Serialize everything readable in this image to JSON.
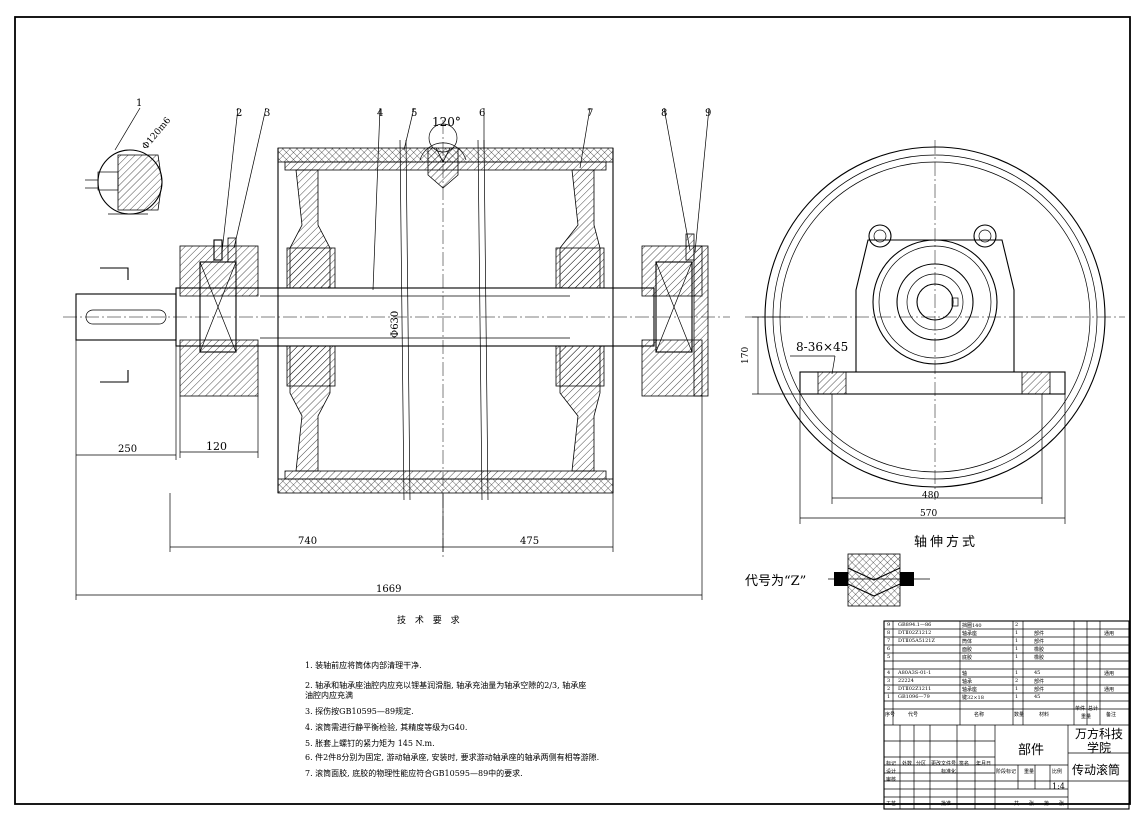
{
  "drawing": {
    "part_labels": [
      "1",
      "2",
      "3",
      "4",
      "5",
      "6",
      "7",
      "8",
      "9"
    ],
    "angle_label": "120°",
    "dims": {
      "d250": "250",
      "d120": "120",
      "d740": "740",
      "d475": "475",
      "d1669": "1669",
      "d480": "480",
      "d570": "570",
      "d170": "170",
      "bolt": "8-36×45",
      "phi630": "Φ630",
      "phi120": "Φ120m6"
    },
    "caption_axle": "轴伸方式",
    "code_label": "代号为“Z”"
  },
  "notes": {
    "title": "技 术 要 求",
    "items": [
      "1. 装轴前应将筒体内部清理干净.",
      "2. 轴承和轴承座油腔内应充以锂基润滑脂, 轴承充油量为轴承空隙的2/3, 轴承座",
      "    油腔内应充满",
      "3. 探伤按GB10595—89规定.",
      "4. 滚筒需进行静平衡检验, 其精度等级为G40.",
      "5. 胀套上螺钉的紧力矩为 145 N.m.",
      "6. 件2件8分别为固定, 游动轴承座, 安装时, 要求游动轴承座的轴承两侧有相等游隙.",
      "7. 滚筒面胶, 底胶的物理性能应符合GB10595—89中的要求."
    ]
  },
  "title_block": {
    "company": "万方科技学院",
    "drawing_type": "部件",
    "drawing_name": "传动滚筒",
    "scale": "1:4",
    "header_cells": [
      "序号",
      "代号",
      "名称",
      "数量",
      "材料",
      "单件",
      "总计",
      "重量",
      "备注"
    ],
    "bom_rows": [
      {
        "no": "9",
        "code": "GB894.1—86",
        "name": "挡圈140",
        "qty": "2",
        "mat": "",
        "note": ""
      },
      {
        "no": "8",
        "code": "DTⅡ02Z1212",
        "name": "轴承座",
        "qty": "1",
        "mat": "部件",
        "note": "通用"
      },
      {
        "no": "7",
        "code": "DTⅡ05A5121Z",
        "name": "筒体",
        "qty": "1",
        "mat": "部件",
        "note": ""
      },
      {
        "no": "6",
        "code": "",
        "name": "面胶",
        "qty": "1",
        "mat": "橡胶",
        "note": ""
      },
      {
        "no": "5",
        "code": "",
        "name": "底胶",
        "qty": "1",
        "mat": "橡胶",
        "note": ""
      },
      {
        "no": "4",
        "code": "A80A3S-01-1",
        "name": "轴",
        "qty": "1",
        "mat": "45",
        "note": "通用"
      },
      {
        "no": "3",
        "code": "22224",
        "name": "轴承",
        "qty": "2",
        "mat": "部件",
        "note": ""
      },
      {
        "no": "2",
        "code": "DTⅡ02Z1211",
        "name": "轴承座",
        "qty": "1",
        "mat": "部件",
        "note": "通用"
      },
      {
        "no": "1",
        "code": "GB1096—79",
        "name": "键32×18",
        "qty": "1",
        "mat": "45",
        "note": ""
      }
    ],
    "sign_rows": [
      "标记",
      "处数",
      "分区",
      "更改文件号",
      "签名",
      "年月日",
      "设计",
      "标准化",
      "审核",
      "工艺",
      "批准"
    ],
    "stage_labels": [
      "阶段标记",
      "重量",
      "比例"
    ],
    "sheet_labels": [
      "共",
      "张",
      "第",
      "张"
    ]
  }
}
